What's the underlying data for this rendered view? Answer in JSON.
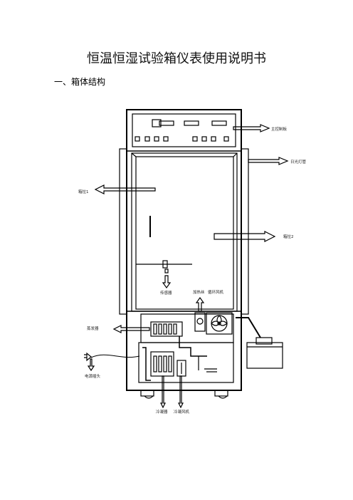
{
  "document": {
    "title": "恒温恒湿试验箱仪表使用说明书",
    "section_heading": "一、箱体结构"
  },
  "diagram": {
    "labels": {
      "control_panel": "主控制板",
      "fluorescent_lamp": "日光灯管",
      "box_handle_1": "箱拉1",
      "box_handle_2": "箱拉2",
      "sensor": "传感器",
      "humidifier": "加热丝",
      "circulation_fan": "循环风机",
      "evaporator": "蒸发器",
      "power_plug": "电源插头",
      "condenser": "冷凝器",
      "condenser_fan": "冷凝风机"
    }
  }
}
